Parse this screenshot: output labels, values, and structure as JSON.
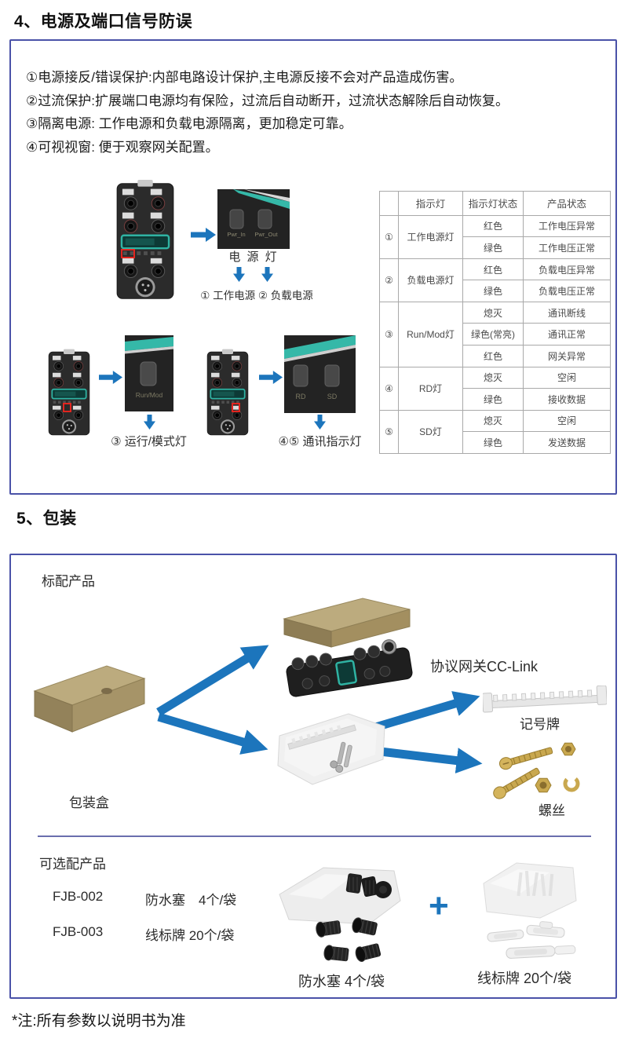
{
  "colors": {
    "frame_border": "#4a52a8",
    "arrow_blue": "#1c75bc",
    "highlight_red": "#e2251f",
    "display_teal": "#2fb3a3"
  },
  "section4": {
    "title": "4、电源及端口信号防误",
    "bullets": [
      "①电源接反/错误保护:内部电路设计保护,主电源反接不会对产品造成伤害。",
      "②过流保护:扩展端口电源均有保险，过流后自动断开，过流状态解除后自动恢复。",
      "③隔离电源: 工作电源和负载电源隔离，更加稳定可靠。",
      "④可视视窗: 便于观察网关配置。"
    ],
    "figure_power": {
      "pwr_in": "Pwr_In",
      "pwr_out": "Pwr_Out",
      "caption": "电 源 灯",
      "sub_caption": "① 工作电源  ② 负载电源"
    },
    "figure_runmod": {
      "led_label": "Run/Mod",
      "caption": "③ 运行/模式灯"
    },
    "figure_comm": {
      "rd": "RD",
      "sd": "SD",
      "caption": "④⑤ 通讯指示灯"
    },
    "table": {
      "headers": [
        "",
        "指示灯",
        "指示灯状态",
        "产品状态"
      ],
      "groups": [
        {
          "no": "①",
          "light": "工作电源灯",
          "rows": [
            [
              "红色",
              "工作电压异常"
            ],
            [
              "绿色",
              "工作电压正常"
            ]
          ]
        },
        {
          "no": "②",
          "light": "负载电源灯",
          "rows": [
            [
              "红色",
              "负载电压异常"
            ],
            [
              "绿色",
              "负载电压正常"
            ]
          ]
        },
        {
          "no": "③",
          "light": "Run/Mod灯",
          "rows": [
            [
              "熄灭",
              "通讯断线"
            ],
            [
              "绿色(常亮)",
              "通讯正常"
            ],
            [
              "红色",
              "网关异常"
            ]
          ]
        },
        {
          "no": "④",
          "light": "RD灯",
          "rows": [
            [
              "熄灭",
              "空闲"
            ],
            [
              "绿色",
              "接收数据"
            ]
          ]
        },
        {
          "no": "⑤",
          "light": "SD灯",
          "rows": [
            [
              "熄灭",
              "空闲"
            ],
            [
              "绿色",
              "发送数据"
            ]
          ]
        }
      ]
    }
  },
  "section5": {
    "title": "5、包装",
    "standard_label": "标配产品",
    "gateway_label": "协议网关CC-Link",
    "marker_label": "记号牌",
    "screw_label": "螺丝",
    "box_label": "包装盒",
    "optional_label": "可选配产品",
    "optional_items": [
      {
        "model": "FJB-002",
        "desc": "防水塞　4个/袋"
      },
      {
        "model": "FJB-003",
        "desc": "线标牌 20个/袋"
      }
    ],
    "plug_caption": "防水塞 4个/袋",
    "plus": "+",
    "wiremark_caption": "线标牌 20个/袋"
  },
  "note": "*注:所有参数以说明书为准"
}
